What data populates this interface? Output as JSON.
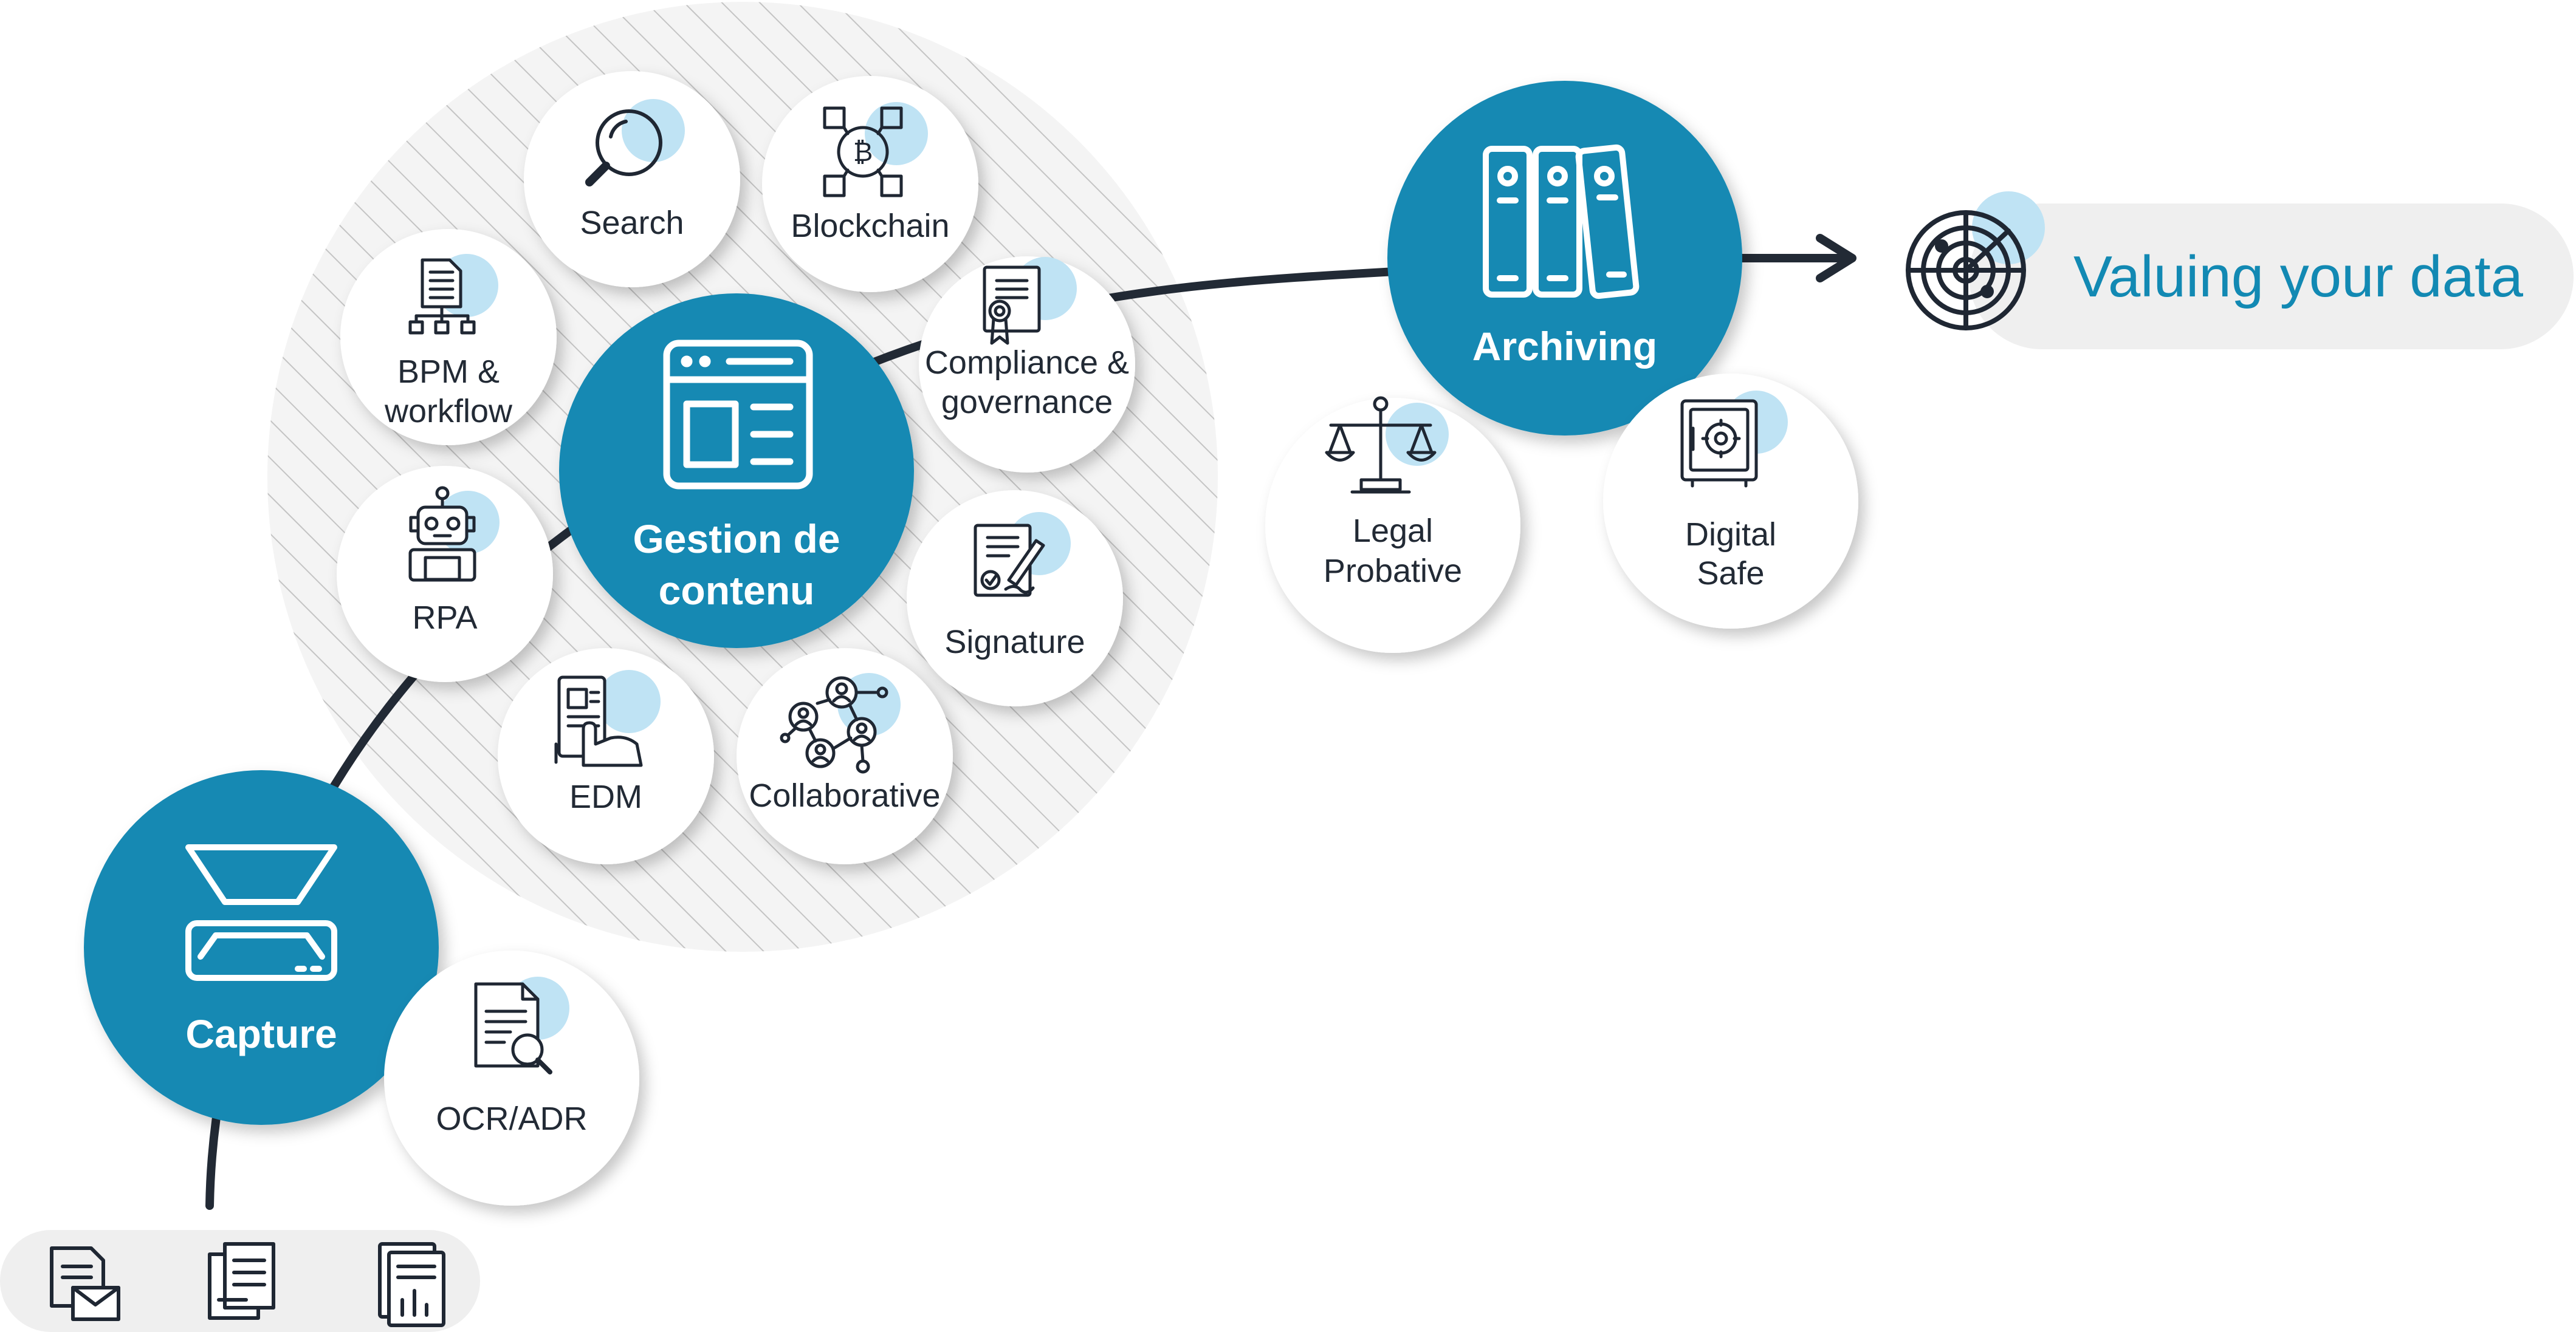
{
  "hubs": {
    "gestion": {
      "line1": "Gestion de",
      "line2": "contenu"
    },
    "archiving": {
      "label": "Archiving"
    },
    "capture": {
      "label": "Capture"
    }
  },
  "modules": {
    "search": {
      "line1": "Search",
      "icon": "magnifier-icon"
    },
    "blockchain": {
      "line1": "Blockchain",
      "icon": "blockchain-icon"
    },
    "bpm": {
      "line1": "BPM &",
      "line2": "workflow",
      "icon": "flowchart-document-icon"
    },
    "compliance": {
      "line1": "Compliance &",
      "line2": "governance",
      "icon": "certificate-icon"
    },
    "rpa": {
      "line1": "RPA",
      "icon": "robot-icon"
    },
    "signature": {
      "line1": "Signature",
      "icon": "signed-document-icon"
    },
    "edm": {
      "line1": "EDM",
      "icon": "touch-document-icon"
    },
    "collaborative": {
      "line1": "Collaborative",
      "icon": "network-people-icon"
    },
    "legal": {
      "line1": "Legal",
      "line2": "Probative",
      "icon": "scales-icon"
    },
    "safe": {
      "line1": "Digital",
      "line2": "Safe",
      "icon": "safe-icon"
    },
    "ocr": {
      "line1": "OCR/ADR",
      "icon": "document-scan-icon"
    }
  },
  "output": {
    "label": "Valuing your data",
    "icon": "radar-icon"
  },
  "inputs": {
    "icons": [
      "mail-document-icon",
      "documents-icon",
      "report-document-icon"
    ]
  },
  "colors": {
    "accent": "#1289b3",
    "accent_light": "#bfe3f4",
    "line": "#222a35",
    "pill": "#efefef"
  }
}
